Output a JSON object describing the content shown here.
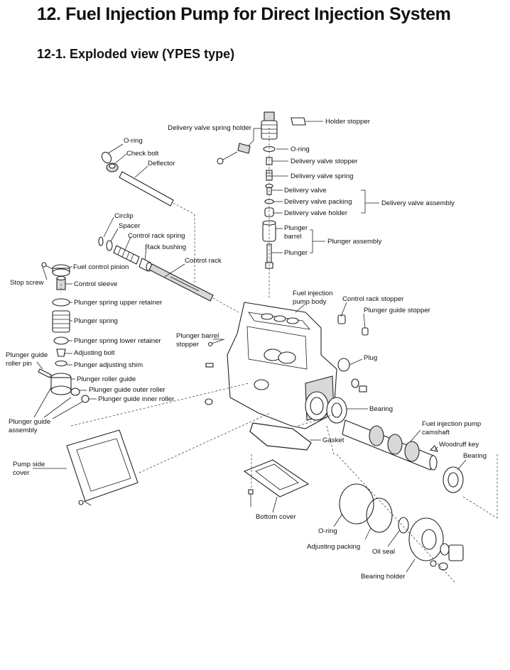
{
  "page": {
    "title": "12. Fuel Injection Pump for Direct Injection System",
    "section": "12-1. Exploded view (YPES type)"
  },
  "labels": {
    "holder_stopper": "Holder stopper",
    "delivery_valve_spring_holder": "Delivery valve spring holder",
    "o_ring_top": "O-ring",
    "delivery_valve_stopper": "Delivery valve stopper",
    "delivery_valve_spring": "Delivery valve spring",
    "delivery_valve": "Delivery  valve",
    "delivery_valve_packing": "Delivery valve packing",
    "delivery_valve_holder": "Delivery valve holder",
    "delivery_valve_assembly": "Delivery valve assembly",
    "plunger_barrel_line1": "Plunger",
    "plunger_barrel_line2": "barrel",
    "plunger_assembly": "Plunger assembly",
    "plunger": "Plunger",
    "o_ring_left": "O-ring",
    "check_bolt": "Check bolt",
    "deflector": "Deflector",
    "circlip": "Circlip",
    "spacer": "Spacer",
    "control_rack_spring": "Control rack spring",
    "rack_bushing": "Rack bushing",
    "control_rack": "Control rack",
    "fuel_control_pinion": "Fuel control pinion",
    "stop_screw": "Stop screw",
    "control_sleeve": "Control sleeve",
    "plunger_spring_upper_retainer": "Plunger spring upper retainer",
    "plunger_spring": "Plunger spring",
    "plunger_spring_lower_retainer": "Plunger spring lower retainer",
    "plunger_barrel_stopper_line1": "Plunger barrel",
    "plunger_barrel_stopper_line2": "stopper",
    "adjusting_bolt": "Adjusting bolt",
    "plunger_adjusting_shim": "Plunger adjusting shim",
    "plunger_guide_roller_pin_line1": "Plunger guide",
    "plunger_guide_roller_pin_line2": "roller pin",
    "plunger_roller_guide": "Plunger roller guide",
    "plunger_guide_outer_roller": "Plunger guide outer roller",
    "plunger_guide_inner_roller": "Plunger guide inner roller",
    "plunger_guide_assembly_line1": "Plunger guide",
    "plunger_guide_assembly_line2": "assembly",
    "pump_side_cover_line1": "Pump side",
    "pump_side_cover_line2": "cover",
    "fuel_injection_pump_body_line1": "Fuel injection",
    "fuel_injection_pump_body_line2": "pump body",
    "control_rack_stopper": "Control rack stopper",
    "plunger_guide_stopper": "Plunger guide stopper",
    "plug": "Plug",
    "bearing_mid": "Bearing",
    "gasket": "Gasket",
    "camshaft_line1": "Fuel injection pump",
    "camshaft_line2": "camshaft",
    "woodruff_key": "Woodruff key",
    "bearing_right": "Bearing",
    "bottom_cover": "Bottom cover",
    "o_ring_bottom": "O-ring",
    "adjusting_packing": "Adjusting packing",
    "oil_seal": "Oil seal",
    "bearing_holder": "Bearing holder"
  }
}
